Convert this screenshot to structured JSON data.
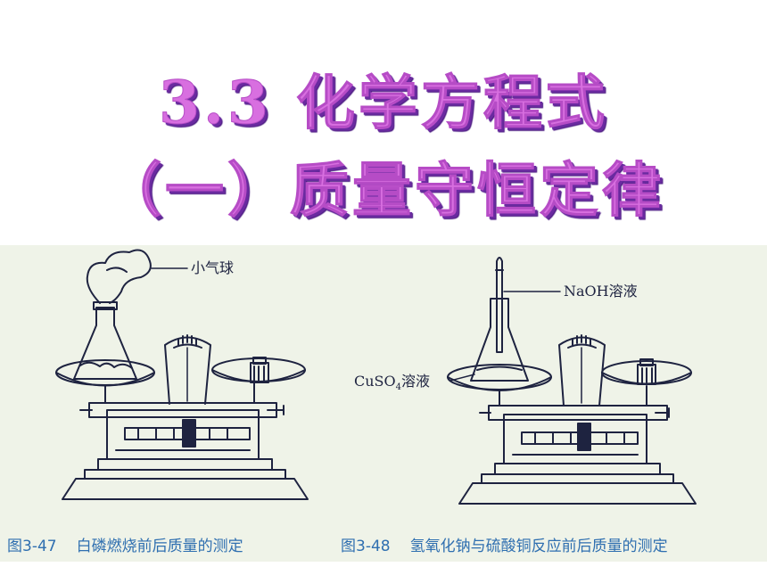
{
  "title": {
    "line1": "3.3 化学方程式",
    "line2": "（一）质量守恒定律"
  },
  "figures": {
    "left": {
      "label_balloon": "小气球",
      "caption_number": "图3-47",
      "caption_text": "白磷燃烧前后质量的测定"
    },
    "right": {
      "label_naoh": "NaOH溶液",
      "label_cuso4_prefix": "CuSO",
      "label_cuso4_sub": "4",
      "label_cuso4_suffix": "溶液",
      "caption_number": "图3-48",
      "caption_text": "氢氧化钠与硫酸铜反应前后质量的测定"
    }
  },
  "colors": {
    "title": "#d86fe0",
    "title_shadow": "#6a2aa0",
    "panel_bg": "#eff3e8",
    "caption": "#2f6fb0",
    "line_art": "#1e2340"
  }
}
